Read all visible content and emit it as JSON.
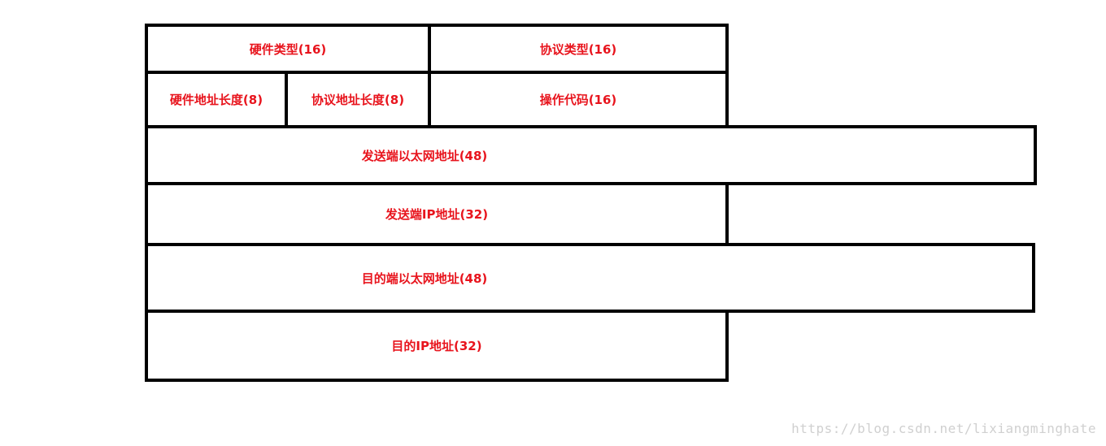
{
  "diagram": {
    "cells": {
      "hw_type": "硬件类型(16)",
      "proto_type": "协议类型(16)",
      "hw_addr_len": "硬件地址长度(8)",
      "proto_addr_len": "协议地址长度(8)",
      "op_code": "操作代码(16)",
      "sender_mac": "发送端以太网地址(48)",
      "sender_ip": "发送端IP地址(32)",
      "target_mac": "目的端以太网地址(48)",
      "target_ip": "目的IP地址(32)"
    },
    "colors": {
      "label": "#e8141d",
      "border": "#000000"
    }
  },
  "watermark": "https://blog.csdn.net/lixiangminghate"
}
